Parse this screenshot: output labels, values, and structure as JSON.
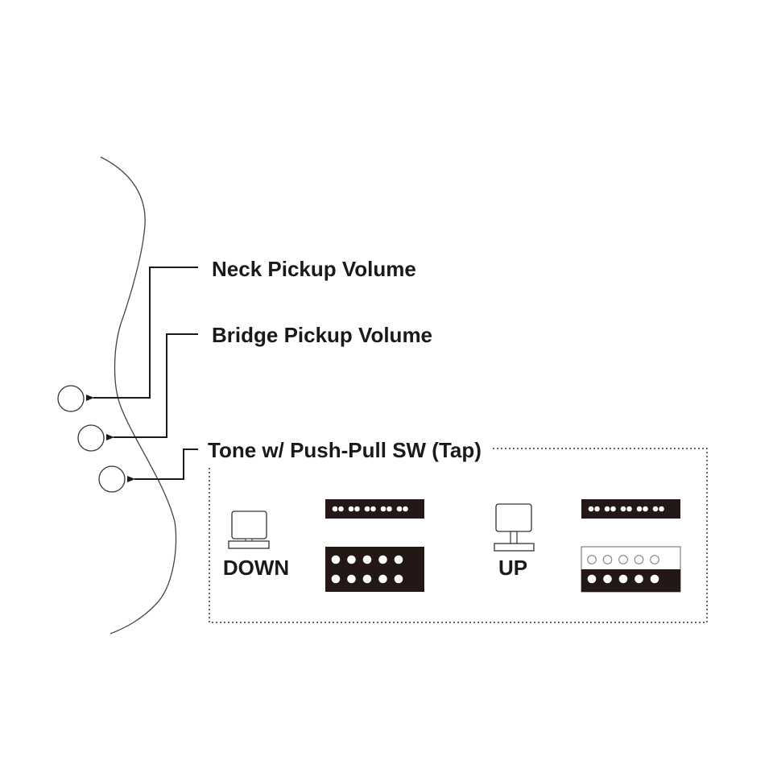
{
  "labels": {
    "neck_volume": "Neck Pickup Volume",
    "bridge_volume": "Bridge Pickup Volume",
    "tone": "Tone w/ Push-Pull SW (Tap)"
  },
  "switch_states": {
    "down": "DOWN",
    "up": "UP"
  },
  "colors": {
    "ink": "#1a1a1a",
    "pickup": "#231815",
    "background": "#ffffff"
  }
}
